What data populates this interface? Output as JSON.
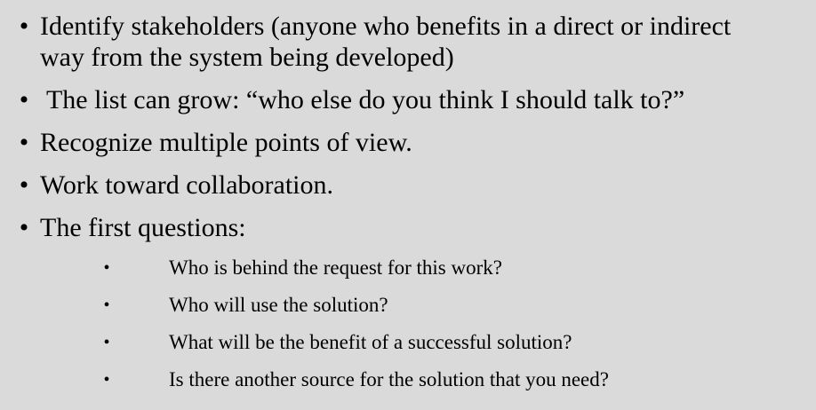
{
  "bullets": [
    {
      "glyph": "•",
      "lines": [
        "Identify stakeholders (anyone who benefits in a direct or indirect",
        "way from the system being developed)"
      ]
    },
    {
      "glyph": "•",
      "text": " The list can grow: “who else do you think I should talk to?”"
    },
    {
      "glyph": "•",
      "text": "Recognize multiple points of view."
    },
    {
      "glyph": "•",
      "text": "Work toward collaboration."
    },
    {
      "glyph": "•",
      "text": "The first questions:"
    }
  ],
  "sub_bullets": [
    {
      "glyph": "•",
      "text": "Who is behind the request for this work?"
    },
    {
      "glyph": "•",
      "text": "Who will use the solution?"
    },
    {
      "glyph": "•",
      "text": "What will be the benefit of a successful solution?"
    },
    {
      "glyph": "•",
      "text": "Is there another source for the solution that you need?"
    }
  ]
}
